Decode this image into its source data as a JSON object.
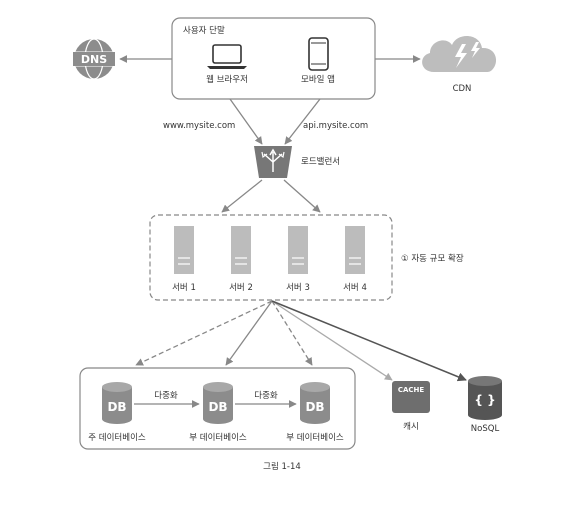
{
  "client_box": {
    "title": "사용자 단말",
    "web_label": "웹 브라우저",
    "mobile_label": "모바일 앱"
  },
  "dns": {
    "icon_text": "DNS"
  },
  "cdn": {
    "label": "CDN"
  },
  "domains": {
    "web": "www.mysite.com",
    "api": "api.mysite.com"
  },
  "load_balancer": {
    "label": "로드밸런서"
  },
  "servers": {
    "items": [
      "서버 1",
      "서버 2",
      "서버 3",
      "서버 4"
    ],
    "autoscale_label": "① 자동 규모 확장"
  },
  "databases": {
    "db_text": "DB",
    "primary_label": "주 데이터베이스",
    "replica1_label": "부 데이터베이스",
    "replica2_label": "부 데이터베이스",
    "replication1_label": "다중화",
    "replication2_label": "다중화"
  },
  "cache": {
    "icon_text": "CACHE",
    "label": "캐시"
  },
  "nosql": {
    "icon_text": "{ }",
    "label": "NoSQL"
  },
  "caption": "그림 1-14",
  "colors": {
    "icon_gray": "#8c8c8c",
    "icon_dark": "#555555",
    "line_gray": "#888888",
    "line_dark": "#555555",
    "line_light": "#aaaaaa",
    "cloud_gray": "#bdbdbd",
    "cdn_bolt": "#ffffff"
  }
}
